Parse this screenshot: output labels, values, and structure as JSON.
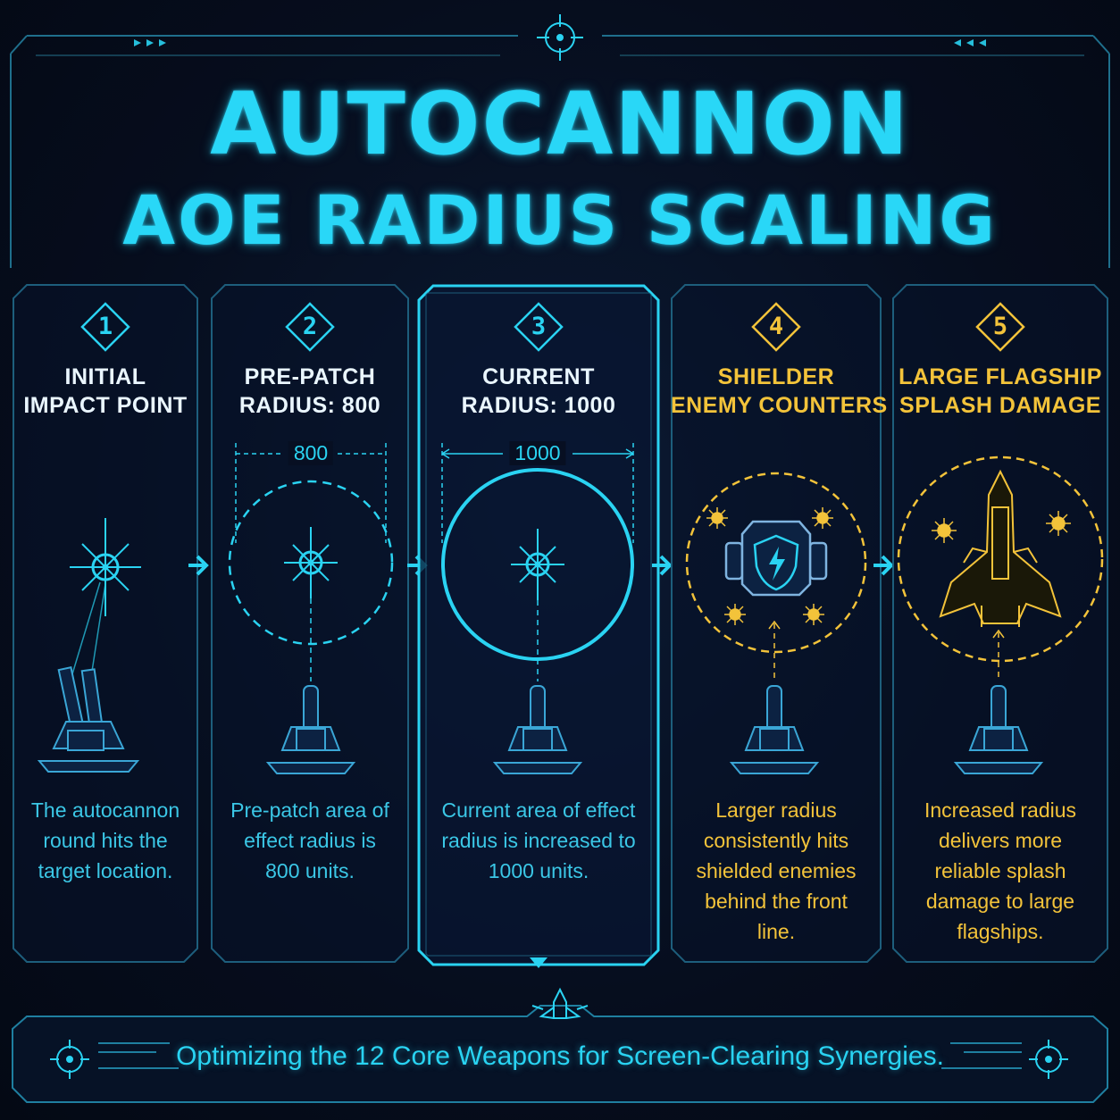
{
  "title": {
    "line1": "AUTOCANNON",
    "line2": "AOE RADIUS SCALING"
  },
  "colors": {
    "accent": "#29d7f7",
    "highlight": "#f3c33a",
    "background": "#050b19"
  },
  "steps": [
    {
      "number": "1",
      "heading_line1": "INITIAL",
      "heading_line2": "IMPACT POINT",
      "description": "The autocannon round hits the target location.",
      "icon": "starburst-impact-icon"
    },
    {
      "number": "2",
      "heading_line1": "PRE-PATCH",
      "heading_line2": "RADIUS: 800",
      "radius_label": "800",
      "description": "Pre-patch area of effect radius is 800 units.",
      "icon": "dashed-radius-circle-icon"
    },
    {
      "number": "3",
      "heading_line1": "CURRENT",
      "heading_line2": "RADIUS: 1000",
      "radius_label": "1000",
      "description": "Current area of effect radius is increased to 1000 units.",
      "icon": "solid-radius-circle-icon"
    },
    {
      "number": "4",
      "heading_line1": "SHIELDER",
      "heading_line2": "ENEMY COUNTERS",
      "description": "Larger radius consistently hits shielded enemies behind the front line.",
      "icon": "shield-enemy-icon"
    },
    {
      "number": "5",
      "heading_line1": "LARGE FLAGSHIP",
      "heading_line2": "SPLASH DAMAGE",
      "description": "Increased radius delivers more reliable splash damage to large flagships.",
      "icon": "flagship-icon"
    }
  ],
  "footer": {
    "text": "Optimizing the 12 Core Weapons for Screen-Clearing Synergies."
  }
}
